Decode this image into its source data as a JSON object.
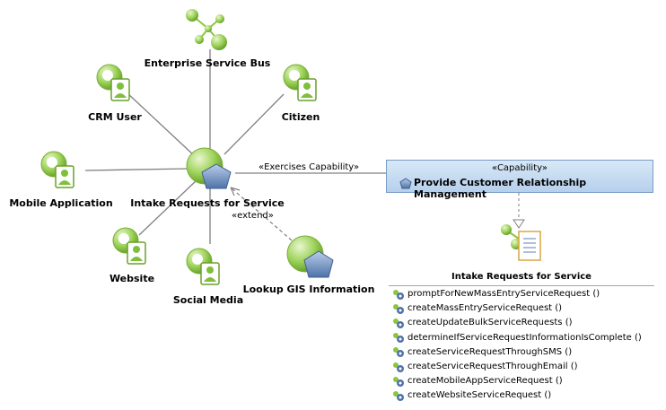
{
  "nodes": {
    "esb": "Enterprise Service Bus",
    "crm_user": "CRM User",
    "citizen": "Citizen",
    "mobile_app": "Mobile Application",
    "intake": "Intake Requests for Service",
    "website": "Website",
    "social": "Social Media",
    "gis": "Lookup GIS Information"
  },
  "connectors": {
    "exercises": "«Exercises Capability»",
    "extend": "«extend»"
  },
  "capability": {
    "stereotype": "«Capability»",
    "name": "Provide Customer Relationship Management"
  },
  "interface": {
    "title": "Intake Requests for Service",
    "operations": [
      "promptForNewMassEntryServiceRequest ()",
      "createMassEntryServiceRequest ()",
      "createUpdateBulkServiceRequests ()",
      "determineIfServiceRequestInformationIsComplete ()",
      "createServiceRequestThroughSMS ()",
      "createServiceRequestThroughEmail ()",
      "createMobileAppServiceRequest ()",
      "createWebsiteServiceRequest ()"
    ]
  },
  "colors": {
    "green": "#8cc63f",
    "dark_green": "#5a9a1f",
    "blue": "#5b7fb5",
    "line": "#808080"
  }
}
